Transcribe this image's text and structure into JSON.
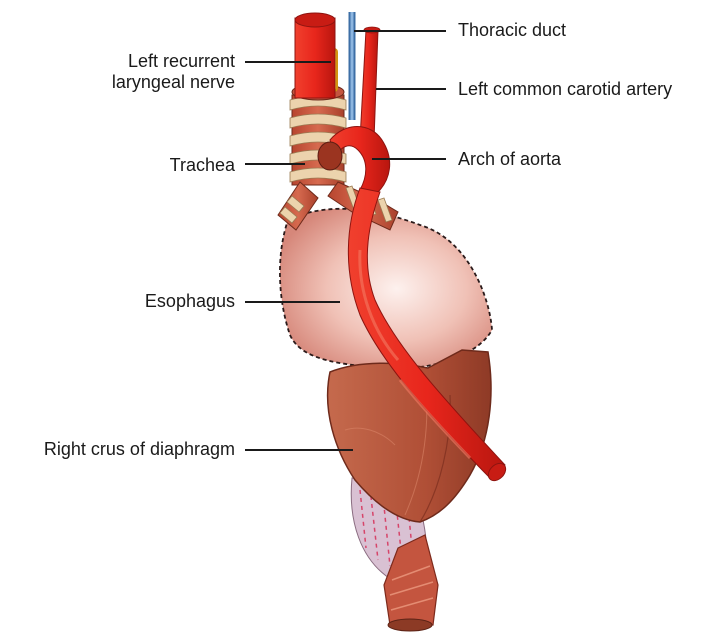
{
  "labels": {
    "thoracic_duct": "Thoracic duct",
    "left_recurrent_laryngeal_nerve_line1": "Left recurrent",
    "left_recurrent_laryngeal_nerve_line2": "laryngeal nerve",
    "left_common_carotid_artery": "Left common carotid artery",
    "trachea": "Trachea",
    "arch_of_aorta": "Arch of aorta",
    "esophagus": "Esophagus",
    "right_crus_of_diaphragm": "Right crus of diaphragm"
  },
  "colors": {
    "artery": "#e8261c",
    "artery_dark": "#a81410",
    "nerve": "#f2b81c",
    "thoracic_duct": "#5b8fc7",
    "trachea_ring": "#e8c9a0",
    "trachea_muscle": "#c2543e",
    "esophagus_center": "#fbe8e4",
    "esophagus_edge": "#d98b7a",
    "diaphragm": "#b65a3f",
    "diaphragm_dark": "#8c3a25",
    "lower_esophagus": "#d8bcd0"
  }
}
